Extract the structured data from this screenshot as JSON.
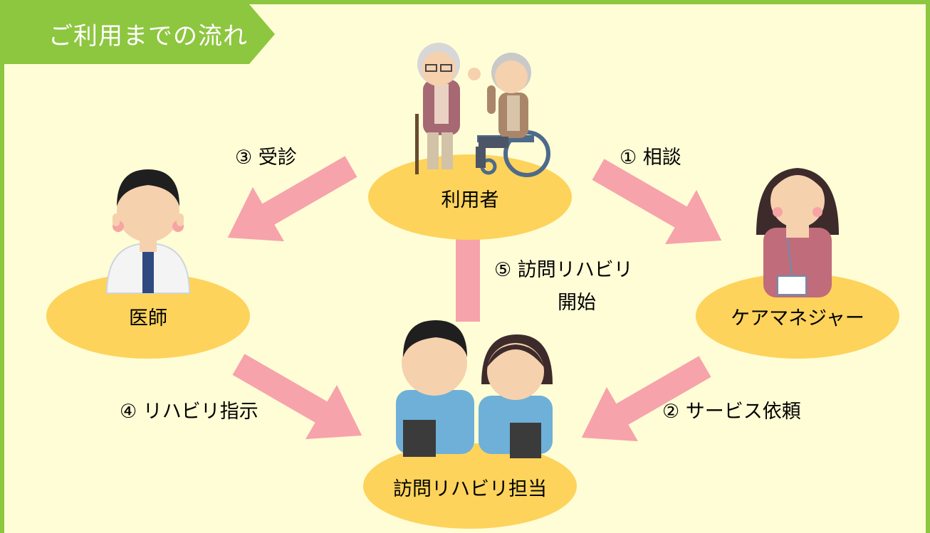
{
  "title": "ご利用までの流れ",
  "colors": {
    "frame": "#8dc63f",
    "background": "#fffdd6",
    "node": "#fdd35b",
    "arrow": "#f7a3ab"
  },
  "nodes": {
    "user": "利用者",
    "care_manager": "ケアマネジャー",
    "rehab": "訪問リハビリ担当",
    "doctor": "医師"
  },
  "steps": {
    "step1": "① 相談",
    "step2": "② サービス依頼",
    "step3": "③ 受診",
    "step4": "④ リハビリ指示",
    "step5_line1": "⑤ 訪問リハビリ",
    "step5_line2": "開始"
  }
}
